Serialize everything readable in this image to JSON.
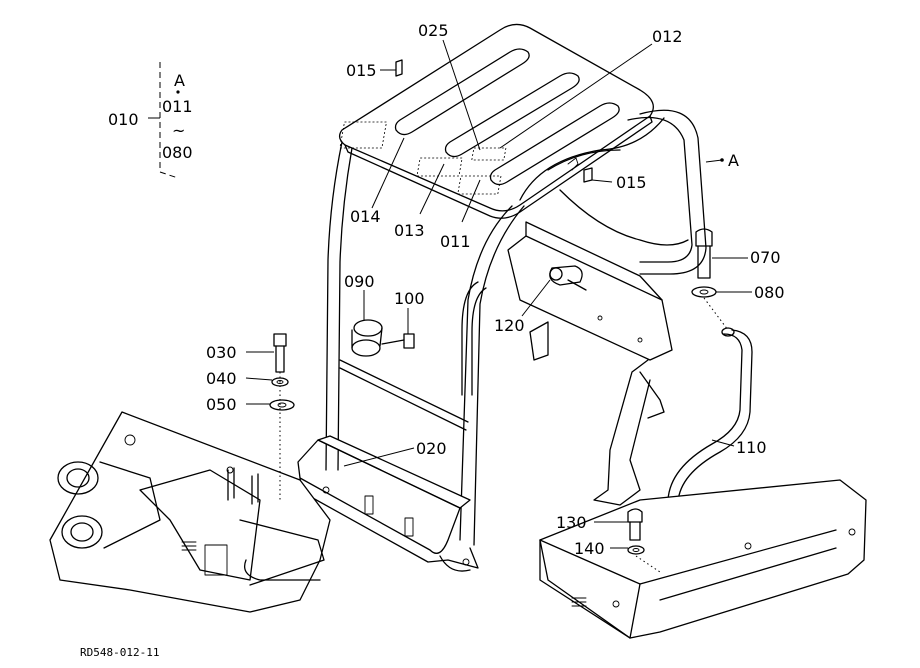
{
  "diagram_code": "RD548-012-11",
  "group": {
    "id": "010",
    "top": "A",
    "from": "011",
    "tilde": "~",
    "to": "080"
  },
  "labels": {
    "p025": "025",
    "p012": "012",
    "p015a": "015",
    "p015b": "015",
    "pA": "A",
    "p014": "014",
    "p013": "013",
    "p011": "011",
    "p070": "070",
    "p080": "080",
    "p090": "090",
    "p100": "100",
    "p120": "120",
    "p030": "030",
    "p040": "040",
    "p050": "050",
    "p020": "020",
    "p110": "110",
    "p130": "130",
    "p140": "140"
  }
}
